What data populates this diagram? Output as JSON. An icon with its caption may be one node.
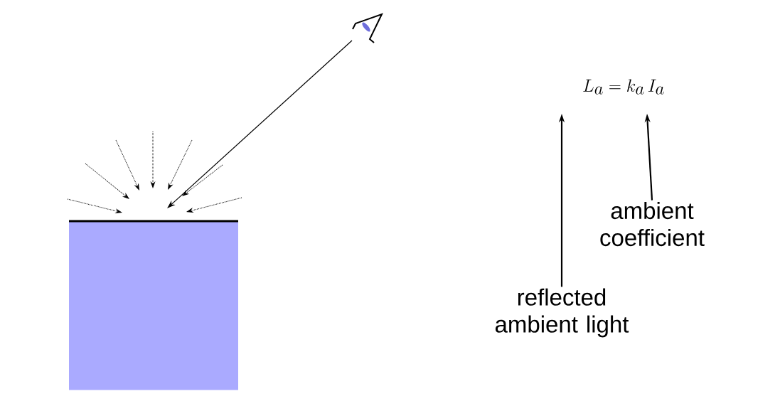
{
  "diagram": {
    "nodes": [
      {
        "text": [],
        "shape": "box"
      },
      {
        "text": [],
        "shape": "eye"
      },
      {
        "text": [
          "reflected ambient light"
        ]
      },
      {
        "text": [
          "ambient coefficient"
        ]
      }
    ],
    "edges": [
      {
        "from": 1,
        "to": 0,
        "arrow": "to"
      },
      {
        "from": 2,
        "to": null,
        "arrow": "to"
      },
      {
        "from": 3,
        "to": null,
        "arrow": "to"
      }
    ],
    "labels": [
      "L_a = k_a\\, I_a"
    ]
  }
}
